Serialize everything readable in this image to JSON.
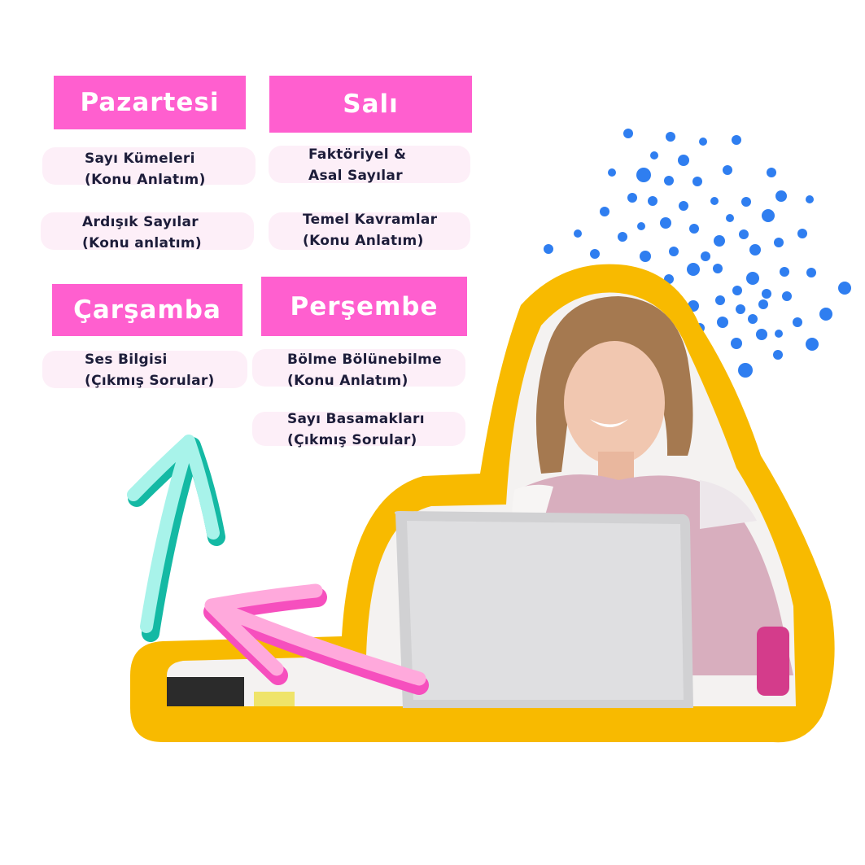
{
  "colors": {
    "header_pink": "#ff5fcf",
    "topic_bg": "#fdeff8",
    "text_dark": "#1d1d3a",
    "blob_yellow": "#f8ba00",
    "dot_blue": "#2f7ef0",
    "arrow_teal": "#1ecfb8",
    "arrow_pink": "#ff8fd3"
  },
  "schedule": {
    "monday": {
      "day": "Pazartesi",
      "topics": [
        "Sayı Kümeleri\n(Konu Anlatım)",
        "Ardışık Sayılar\n(Konu anlatım)"
      ]
    },
    "tuesday": {
      "day": "Salı",
      "topics": [
        "Faktöriyel &\nAsal Sayılar",
        "Temel Kavramlar\n(Konu Anlatım)"
      ]
    },
    "wednesday": {
      "day": "Çarşamba",
      "topics": [
        "Ses Bilgisi\n(Çıkmış Sorular)"
      ]
    },
    "thursday": {
      "day": "Perşembe",
      "topics": [
        "Bölme Bölünebilme\n(Konu Anlatım)",
        "Sayı Basamakları\n(Çıkmış Sorular)"
      ]
    }
  },
  "illustration": {
    "photo": "smiling-student-with-laptop",
    "icons": [
      "teal-arrow-icon",
      "pink-arrow-icon",
      "blue-dot-pattern"
    ]
  }
}
